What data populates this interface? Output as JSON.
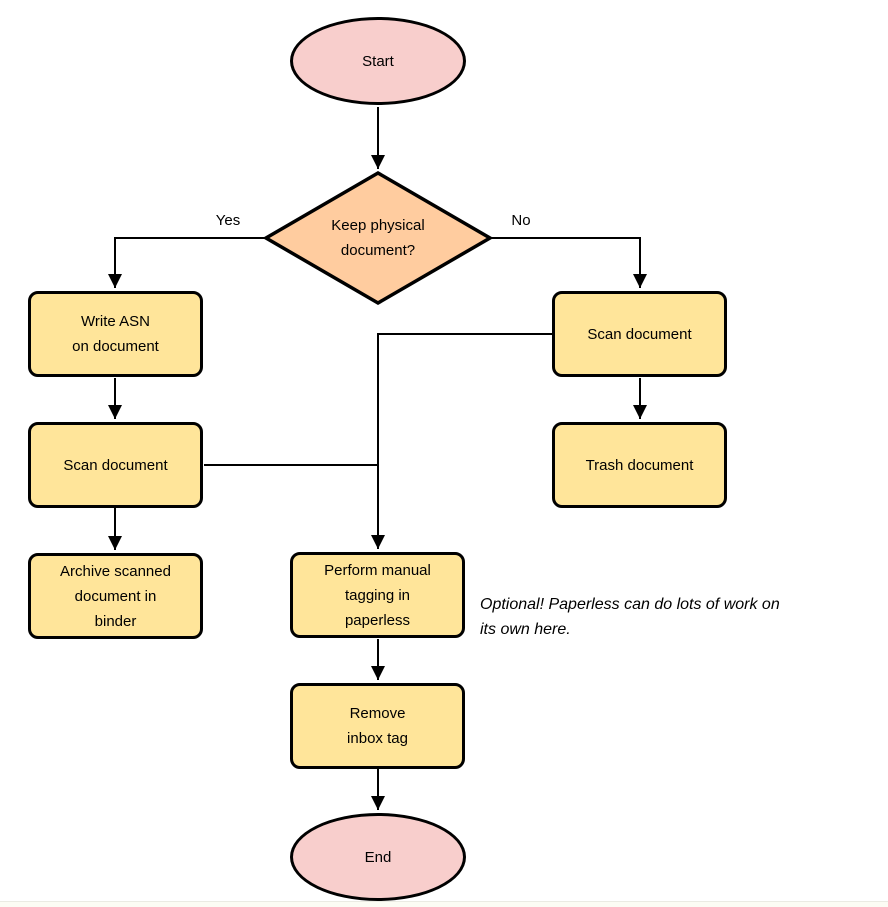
{
  "colors": {
    "terminal-fill": "#f8cecc",
    "decision-fill": "#ffcc9f",
    "process-fill": "#ffe59a",
    "stroke": "#000000",
    "edge": "#000000",
    "canvas": "#ffffff"
  },
  "diagram": {
    "nodes": {
      "start": {
        "label": "Start",
        "type": "terminal"
      },
      "decision": {
        "label": "Keep physical\ndocument?",
        "type": "decision"
      },
      "write_asn": {
        "label": "Write ASN\non document",
        "type": "process"
      },
      "scan_left": {
        "label": "Scan document",
        "type": "process"
      },
      "archive": {
        "label": "Archive scanned\ndocument in\nbinder",
        "type": "process"
      },
      "scan_right": {
        "label": "Scan document",
        "type": "process"
      },
      "trash": {
        "label": "Trash document",
        "type": "process"
      },
      "tagging": {
        "label": "Perform manual\ntagging in\npaperless",
        "type": "process"
      },
      "remove_inbox": {
        "label": "Remove\ninbox tag",
        "type": "process"
      },
      "end": {
        "label": "End",
        "type": "terminal"
      }
    },
    "edge_labels": {
      "yes": "Yes",
      "no": "No"
    },
    "annotation": "Optional! Paperless can do lots of work on\nits own here."
  }
}
